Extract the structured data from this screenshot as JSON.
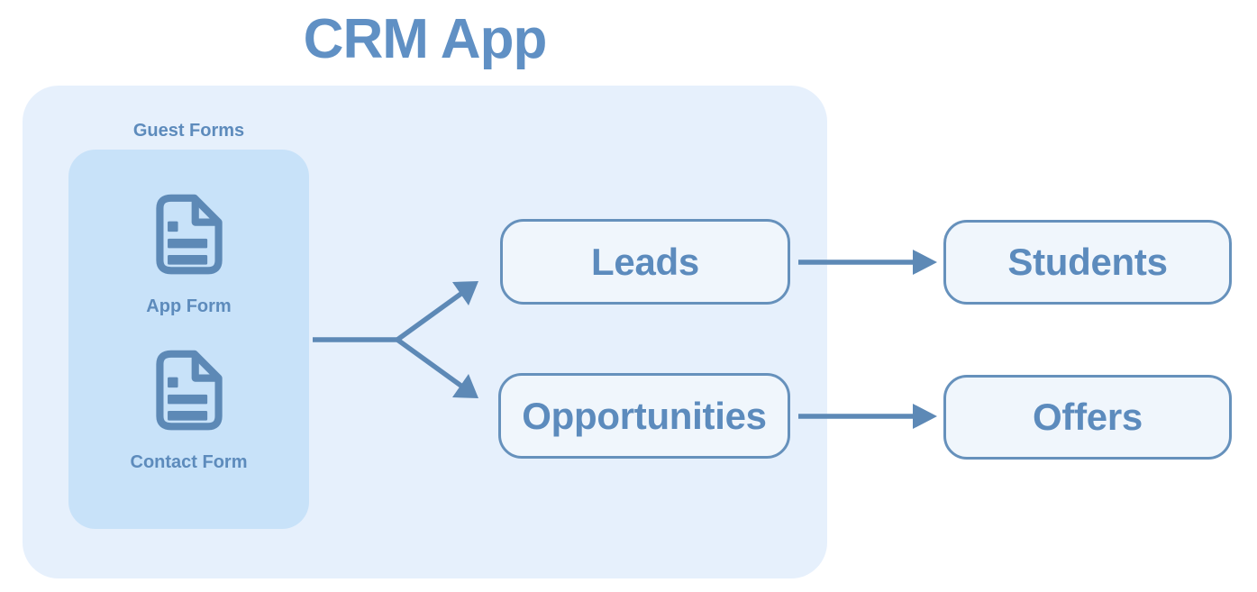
{
  "title": "CRM App",
  "guest_forms": {
    "label": "Guest Forms",
    "items": [
      {
        "label": "App Form",
        "icon": "file-text-icon"
      },
      {
        "label": "Contact Form",
        "icon": "file-text-icon"
      }
    ]
  },
  "nodes": {
    "leads": {
      "label": "Leads"
    },
    "opportunities": {
      "label": "Opportunities"
    },
    "students": {
      "label": "Students"
    },
    "offers": {
      "label": "Offers"
    }
  },
  "edges": [
    {
      "from": "guest-forms",
      "to": "leads"
    },
    {
      "from": "guest-forms",
      "to": "opportunities"
    },
    {
      "from": "leads",
      "to": "students"
    },
    {
      "from": "opportunities",
      "to": "offers"
    }
  ],
  "colors": {
    "title_text": "#6090c4",
    "container_bg": "#e6f0fc",
    "panel_bg": "#c8e2f9",
    "label_text": "#5d8bbc",
    "icon_and_arrow": "#5d89b6",
    "node_border": "#6691bc",
    "node_bg": "#f0f6fc",
    "node_text": "#5c8bbd",
    "page_bg": "#ffffff"
  }
}
